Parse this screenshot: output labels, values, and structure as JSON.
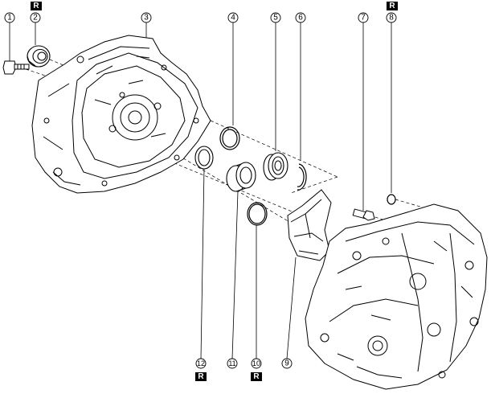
{
  "callouts": [
    {
      "id": 1,
      "label": "1"
    },
    {
      "id": 2,
      "label": "2"
    },
    {
      "id": 3,
      "label": "3"
    },
    {
      "id": 4,
      "label": "4"
    },
    {
      "id": 5,
      "label": "5"
    },
    {
      "id": 6,
      "label": "6"
    },
    {
      "id": 7,
      "label": "7"
    },
    {
      "id": 8,
      "label": "8"
    },
    {
      "id": 9,
      "label": "9"
    },
    {
      "id": 10,
      "label": "10"
    },
    {
      "id": 11,
      "label": "11"
    },
    {
      "id": 12,
      "label": "12"
    }
  ],
  "replace_mark": "R",
  "colors": {
    "line": "#000000",
    "badge_fill": "#000000",
    "background": "#ffffff"
  }
}
